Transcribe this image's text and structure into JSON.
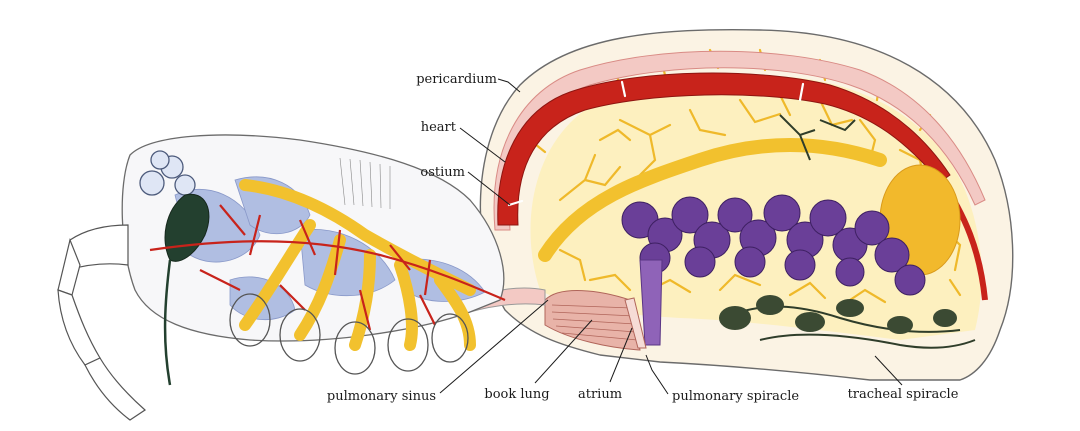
{
  "labels": {
    "pericardium": "pericardium",
    "heart": "heart",
    "ostium": "ostium",
    "pulmonary_sinus": "pulmonary sinus",
    "book_lung": "book lung",
    "atrium": "atrium",
    "pulmonary_spiracle": "pulmonary spiracle",
    "tracheal_spiracle": "tracheal spiracle"
  },
  "colors": {
    "heart_red": "#c8231b",
    "pericardium_pink": "#f2c7c3",
    "nerve_yellow": "#f2c12e",
    "gut_purple": "#6a3f98",
    "lung_blue": "#a9b8e0",
    "trachea_green": "#2f3d2a",
    "outline": "#555555"
  }
}
